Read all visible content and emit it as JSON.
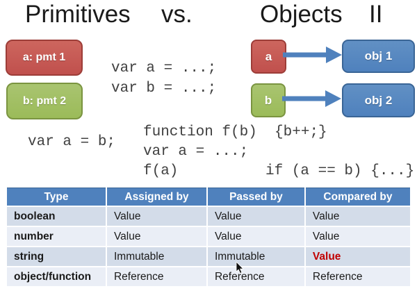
{
  "title": {
    "left": "Primitives",
    "vs": "vs.",
    "right": "Objects",
    "suffix": "II"
  },
  "colors": {
    "title_color": "#1a1a1a",
    "accent_red": "#c0504d",
    "accent_red_border": "#9d3d38",
    "accent_green": "#9bbb59",
    "accent_green_border": "#7a9440",
    "accent_blue": "#4f81bd",
    "accent_blue_border": "#3a6596",
    "table_header": "#4f81bd",
    "band_dark": "#d3dce9",
    "band_light": "#eaeef6",
    "highlight_red": "#c00000",
    "code_color": "#404040"
  },
  "primitives": {
    "box_a_label": "a: pmt 1",
    "box_b_label": "b: pmt 2",
    "code_line1": "var a = ...;",
    "code_line2": "var b = ...;"
  },
  "objects": {
    "var_a_label": "a",
    "var_b_label": "b",
    "obj1_label": "obj 1",
    "obj2_label": "obj 2"
  },
  "code": {
    "assignment": "var a = b;",
    "func_line1": "function f(b)  {b++;}",
    "func_line2": "var a = ...;",
    "func_line3": "f(a)",
    "comparison": "if (a == b) {...}"
  },
  "table": {
    "headers": [
      "Type",
      "Assigned by",
      "Passed by",
      "Compared by"
    ],
    "rows": [
      {
        "type": "boolean",
        "assigned": "Value",
        "passed": "Value",
        "compared": "Value"
      },
      {
        "type": "number",
        "assigned": "Value",
        "passed": "Value",
        "compared": "Value"
      },
      {
        "type": "string",
        "assigned": "Immutable",
        "passed": "Immutable",
        "compared": "Value"
      },
      {
        "type": "object/function",
        "assigned": "Reference",
        "passed": "Reference",
        "compared": "Reference"
      }
    ]
  }
}
